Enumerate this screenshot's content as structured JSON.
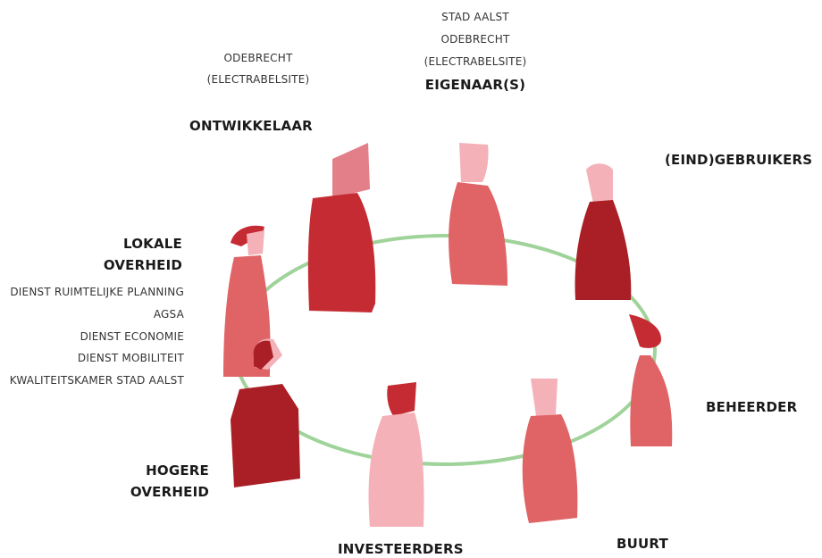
{
  "eigenaars": {
    "lines": [
      "STAD AALST",
      "ODEBRECHT",
      "(ELECTRABELSITE)"
    ],
    "title": "EIGENAAR(S)"
  },
  "ontwikkelaar": {
    "lines": [
      "ODEBRECHT",
      "(ELECTRABELSITE)"
    ],
    "title": "ONTWIKKELAAR"
  },
  "gebruikers": {
    "title": "(EIND)GEBRUIKERS"
  },
  "lokale_overheid": {
    "title_line1": "LOKALE",
    "title_line2": "OVERHEID",
    "items": [
      "DIENST RUIMTELIJKE PLANNING",
      "AGSA",
      "DIENST ECONOMIE",
      "DIENST MOBILITEIT",
      "KWALITEITSKAMER STAD AALST"
    ]
  },
  "hogere_overheid": {
    "title_line1": "HOGERE",
    "title_line2": "OVERHEID"
  },
  "investeerders": {
    "title": "INVESTEERDERS"
  },
  "buurt": {
    "title": "BUURT"
  },
  "beheerder": {
    "title": "BEHEERDER"
  },
  "colors": {
    "ring": "#9fd39a",
    "dark_red": "#a91f25",
    "red": "#c52b33",
    "mid_red": "#e06366",
    "rose": "#e27f89",
    "pink": "#f4b1b8"
  }
}
